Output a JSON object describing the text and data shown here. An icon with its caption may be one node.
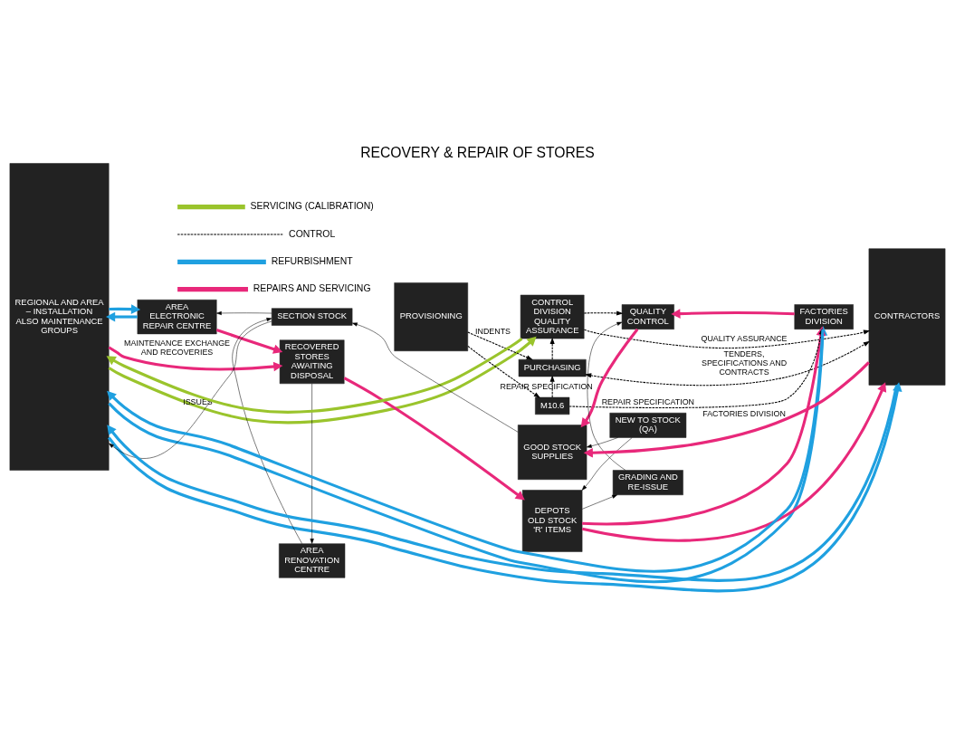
{
  "diagram": {
    "title": "RECOVERY & REPAIR OF STORES",
    "nodes": [
      {
        "text": [
          "REGIONAL AND AREA – INSTALLATION ALSO MAINTENANCE GROUPS"
        ]
      },
      {
        "text": [
          "CONTROL DIVISION QUALITY ASSURANCE"
        ]
      },
      {
        "text": [
          "PURCHASING"
        ]
      },
      {
        "text": [
          "SECTION STOCK"
        ]
      },
      {
        "text": [
          "AREA ELECTRONIC REPAIR CENTRE"
        ]
      },
      {
        "text": [
          "AREA RENOVATION CENTRE"
        ]
      },
      {
        "text": [
          "RECOVERED STORES AWAITING DISPOSAL"
        ]
      },
      {
        "text": [
          "PROVISIONING"
        ]
      },
      {
        "text": [
          "GOOD STOCK",
          "SUPPLIES"
        ]
      },
      {
        "text": [
          "DEPOTS",
          "OLD STOCK",
          "'R' ITEMS"
        ]
      },
      {
        "text": [
          "NEW TO STOCK (QA)"
        ]
      },
      {
        "text": [
          "QUALITY CONTROL"
        ]
      },
      {
        "text": [
          "GRADING AND RE-ISSUE"
        ]
      },
      {
        "text": [
          "FACTORIES DIVISION"
        ]
      },
      {
        "text": [
          "CONTRACTORS"
        ]
      },
      {
        "text": [
          "M10.6"
        ]
      }
    ],
    "edges": [
      {
        "from": 1,
        "to": 0,
        "arrow": "to",
        "style": "thick",
        "color": "#9ac42c"
      },
      {
        "from": 0,
        "to": 1,
        "arrow": "to",
        "style": "thick",
        "color": "#9ac42c"
      },
      {
        "from": 0,
        "to": 14,
        "arrow": "to",
        "style": "thick",
        "color": "#1fa0e0"
      },
      {
        "from": 14,
        "to": 0,
        "arrow": "to",
        "style": "thick",
        "color": "#1fa0e0"
      },
      {
        "from": 0,
        "to": 13,
        "arrow": "to",
        "style": "thick",
        "color": "#1fa0e0"
      },
      {
        "from": 13,
        "to": 0,
        "arrow": "to",
        "style": "thick",
        "color": "#1fa0e0"
      },
      {
        "from": 4,
        "to": 0,
        "arrow": "to",
        "style": "thick",
        "color": "#1fa0e0"
      },
      {
        "from": 0,
        "to": 4,
        "arrow": "to",
        "style": "thick",
        "color": "#1fa0e0"
      },
      {
        "from": 0,
        "to": 6,
        "arrow": "to",
        "label": "MAINTENANCE EXCHANGE AND RECOVERIES",
        "style": "thick",
        "color": "#e8287a"
      },
      {
        "from": 4,
        "to": 6,
        "arrow": "to",
        "style": "thick",
        "color": "#e8287a"
      },
      {
        "from": 6,
        "to": 9,
        "arrow": "to",
        "style": "thick",
        "color": "#e8287a"
      },
      {
        "from": 14,
        "to": 8,
        "arrow": "to",
        "label": "FACTORIES DIVISION",
        "style": "thick",
        "color": "#e8287a"
      },
      {
        "from": 13,
        "to": 11,
        "arrow": "to",
        "style": "thick",
        "color": "#e8287a"
      },
      {
        "from": 11,
        "to": 8,
        "arrow": "to",
        "style": "thick",
        "color": "#e8287a"
      },
      {
        "from": 9,
        "to": 13,
        "arrow": "to",
        "style": "thick",
        "color": "#e8287a"
      },
      {
        "from": 9,
        "to": 14,
        "arrow": "to",
        "style": "thick",
        "color": "#e8287a"
      },
      {
        "from": 8,
        "to": 3,
        "arrow": "to"
      },
      {
        "from": 3,
        "to": 0,
        "arrow": "to",
        "label": "ISSUES"
      },
      {
        "from": 3,
        "to": 4,
        "arrow": "to"
      },
      {
        "from": 6,
        "to": 5,
        "arrow": "to"
      },
      {
        "from": 5,
        "to": 3,
        "arrow": "to"
      },
      {
        "from": 10,
        "to": 8,
        "arrow": "to"
      },
      {
        "from": 10,
        "to": 9,
        "arrow": "to"
      },
      {
        "from": 9,
        "to": 12,
        "arrow": "to"
      },
      {
        "from": 12,
        "to": 11,
        "arrow": "to"
      },
      {
        "from": 1,
        "to": 14,
        "arrow": "to",
        "label": "QUALITY ASSURANCE",
        "style": "dashed"
      },
      {
        "from": 1,
        "to": 11,
        "arrow": "to",
        "style": "dashed"
      },
      {
        "from": 2,
        "to": 1,
        "arrow": "to",
        "style": "dashed"
      },
      {
        "from": 2,
        "to": 14,
        "arrow": "both",
        "label": "TENDERS, SPECIFICATIONS AND CONTRACTS",
        "style": "dashed"
      },
      {
        "from": 7,
        "to": 2,
        "arrow": "to",
        "label": "INDENTS",
        "style": "dashed"
      },
      {
        "from": 15,
        "to": 2,
        "arrow": "to",
        "label": "REPAIR SPECIFICATION",
        "style": "dashed"
      },
      {
        "from": 7,
        "to": 15,
        "arrow": "to",
        "style": "dashed"
      },
      {
        "from": 15,
        "to": 13,
        "arrow": "to",
        "label": "REPAIR SPECIFICATION",
        "style": "dashed"
      }
    ],
    "legend": [
      {
        "text": "SERVICING (CALIBRATION)",
        "color": "#9ac42c"
      },
      {
        "text": "CONTROL"
      },
      {
        "text": "REFURBISHMENT",
        "color": "#1fa0e0"
      },
      {
        "text": "REPAIRS AND SERVICING",
        "color": "#e8287a"
      }
    ]
  }
}
